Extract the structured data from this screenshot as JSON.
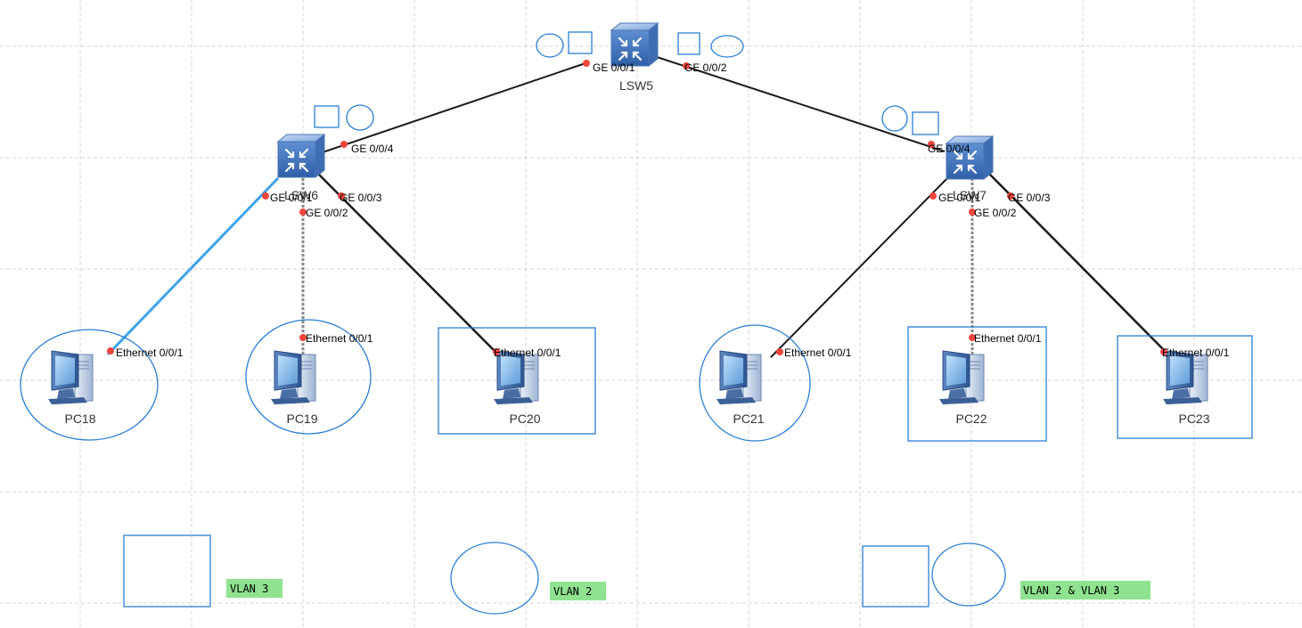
{
  "devices": {
    "lsw5": "LSW5",
    "lsw6": "LSW6",
    "lsw7": "LSW7",
    "pc18": "PC18",
    "pc19": "PC19",
    "pc20": "PC20",
    "pc21": "PC21",
    "pc22": "PC22",
    "pc23": "PC23"
  },
  "ports": {
    "lsw5_ge1": "GE 0/0/1",
    "lsw5_ge2": "GE 0/0/2",
    "lsw6_ge4": "GE 0/0/4",
    "lsw6_ge1": "GE 0/0/1",
    "lsw6_ge2": "GE 0/0/2",
    "lsw6_ge3": "GE 0/0/3",
    "lsw7_ge4": "GE 0/0/4",
    "lsw7_ge1": "GE 0/0/1",
    "lsw7_ge2": "GE 0/0/2",
    "lsw7_ge3": "GE 0/0/3",
    "pc18_eth": "Ethernet 0/0/1",
    "pc19_eth": "Ethernet 0/0/1",
    "pc20_eth": "Ethernet 0/0/1",
    "pc21_eth": "Ethernet 0/0/1",
    "pc22_eth": "Ethernet 0/0/1",
    "pc23_eth": "Ethernet 0/0/1"
  },
  "legend": {
    "vlan3": "VLAN 3",
    "vlan2": "VLAN 2",
    "vlan23": "VLAN 2 & VLAN 3"
  },
  "colors": {
    "grid": "#d4d4d4",
    "link": "#1a1a1a",
    "link_selected": "#3fa3ec",
    "port_dot": "#f0463c",
    "shape_stroke": "#2a7fd4",
    "tag_bg": "#8fe28f"
  },
  "icons": {
    "switch": "l3-switch-icon",
    "pc": "desktop-pc-icon"
  }
}
